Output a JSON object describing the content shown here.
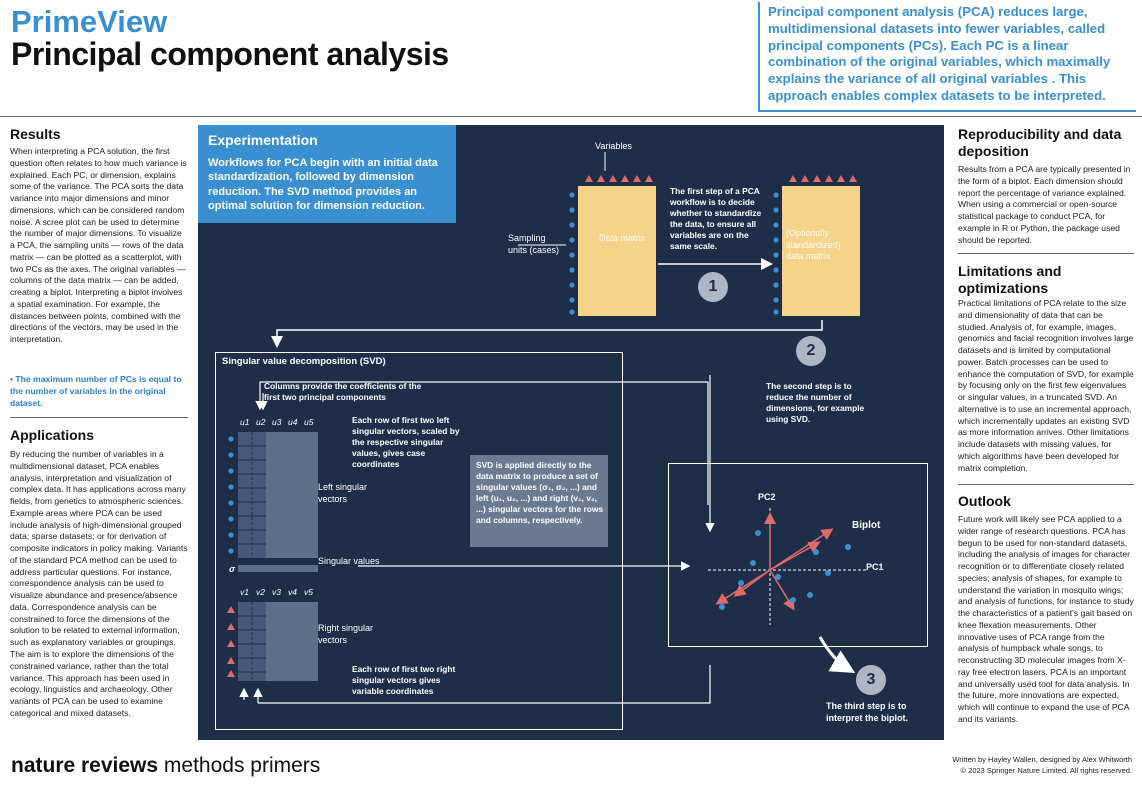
{
  "header": {
    "brand": "PrimeView",
    "title": "Principal component analysis",
    "intro": "Principal component analysis (PCA) reduces large, multidimensional datasets into fewer variables, called principal components (PCs). Each PC is a linear combination of the original variables, which maximally explains the variance of all original variables . This approach enables complex datasets to be interpreted."
  },
  "left": {
    "results_heading": "Results",
    "results_body": "When interpreting a PCA solution, the first question often relates to how much variance is explained. Each PC, or dimension, explains some of the variance. The PCA sorts the data variance into major dimensions and minor dimensions, which can be considered random noise. A scree plot can be used to determine the number of major dimensions. To visualize a PCA, the sampling units — rows of the data matrix — can be plotted as a scatterplot, with two PCs as the axes. The original variables — columns of the data matrix — can be added, creating a biplot. Interpreting a biplot involves a spatial examination. For example, the distances between points, combined with the directions of the vectors, may be used in the interpretation.",
    "results_note": "• The maximum number of PCs is equal to the number of variables in the original dataset.",
    "applications_heading": "Applications",
    "applications_body": "By reducing the number of variables in a multidimensional dataset, PCA enables analysis, interpretation and visualization of complex data. It has applications across many fields, from genetics to atmospheric sciences. Example areas where PCA can be used include analysis of high-dimensional grouped data; sparse datasets; or for derivation of composite indicators in policy making. Variants of the standard PCA method can be used to address particular questions. For instance, correspondence analysis can be used to visualize abundance and presence/absence data. Correspondence analysis can be constrained to force the dimensions of the solution to be related to external information, such as explanatory variables or groupings. The aim is to explore the dimensions of the constrained variance, rather than the total variance. This approach has been used in ecology, linguistics and archaeology. Other variants of PCA can be used to examine categorical and mixed datasets."
  },
  "right": {
    "repro_heading": "Reproducibility and data deposition",
    "repro_body": "Results from a PCA are typically presented in the form of a biplot. Each dimension should report the percentage of variance explained. When using a commercial or open-source statistical package to conduct PCA, for example in R or Python, the package used should be reported.",
    "limits_heading": "Limitations and optimizations",
    "limits_body": "Practical limitations of PCA relate to the size and dimensionality of data that can be studied. Analysis of, for example, images, genomics and facial recognition involves large datasets and is limited by computational power. Batch processes can be used to enhance the computation of SVD, for example by focusing only on the first few eigenvalues or singular values, in a truncated SVD. An alternative is to use an incremental approach, which incrementally updates an existing SVD as more information arrives. Other limitations include datasets with missing values, for which algorithms have been developed for matrix completion.",
    "outlook_heading": "Outlook",
    "outlook_body": "Future work will likely see PCA applied to a wider range of research questions. PCA has begun to be used for non-standard datasets, including the analysis of images for character recognition or to differentiate closely related species; analysis of shapes, for example to understand the variation in mosquito wings; and analysis of functions, for instance to study the characteristics of a patient's gait based on knee flexation measurements. Other innovative uses of PCA range from the analysis of humpback whale songs, to reconstructing 3D molecular images from X-ray free electron lasers. PCA is an important and universally used tool for data analysis. In the future, more innovations are expected, which will continue to expand the use of PCA and its variants."
  },
  "diagram": {
    "exp_heading": "Experimentation",
    "exp_body": "Workflows for PCA begin with an initial data standardization, followed by dimension reduction. The SVD method provides an optimal solution for dimension reduction.",
    "variables_label": "Variables",
    "sampling_label": "Sampling units (cases)",
    "data_matrix": "Data matrix",
    "std_matrix": "(Optionally standardized) data matrix",
    "step1_text": "The first step of a PCA workflow is to decide whether to standardize the data, to ensure all variables are on the same scale.",
    "step1": "1",
    "step2": "2",
    "step3": "3",
    "step2_text": "The second step is to reduce the number of dimensions, for example using SVD.",
    "step3_text": "The third step is to interpret the biplot.",
    "svd_title": "Singular value decomposition (SVD)",
    "columns_text": "Columns provide the coefficients of the first two principal components",
    "row_left_text": "Each row of first two left singular vectors, scaled by the respective singular values, gives case coordinates",
    "svd_note": "SVD is applied directly to the data matrix to produce a set of singular values (σ₁, σ₂, ...) and left (u₁, u₂, ...) and right (v₁, v₂, ...) singular vectors for the rows and columns, respectively.",
    "left_sv": "Left singular vectors",
    "singular_values": "Singular values",
    "right_sv": "Right singular vectors",
    "row_right_text": "Each row of first two right singular vectors gives variable coordinates",
    "sigma": "σ",
    "u_labels": [
      "u1",
      "u2",
      "u3",
      "u4",
      "u5"
    ],
    "v_labels": [
      "v1",
      "v2",
      "v3",
      "v4",
      "v5"
    ],
    "pc1": "PC1",
    "pc2": "PC2",
    "biplot": "Biplot"
  },
  "footer": {
    "logo_bold": "nature reviews",
    "logo_rest": " methods primers",
    "credit1": "Written by Hayley Wallen, designed by Alex Whitworth",
    "credit2": "© 2023 Springer Nature Limited. All rights reserved."
  },
  "colors": {
    "accent": "#3a8fd0",
    "panel": "#1e2e48",
    "matrix": "#f5d48a",
    "triangle": "#e06b6b",
    "dot": "#3a8fd0"
  }
}
